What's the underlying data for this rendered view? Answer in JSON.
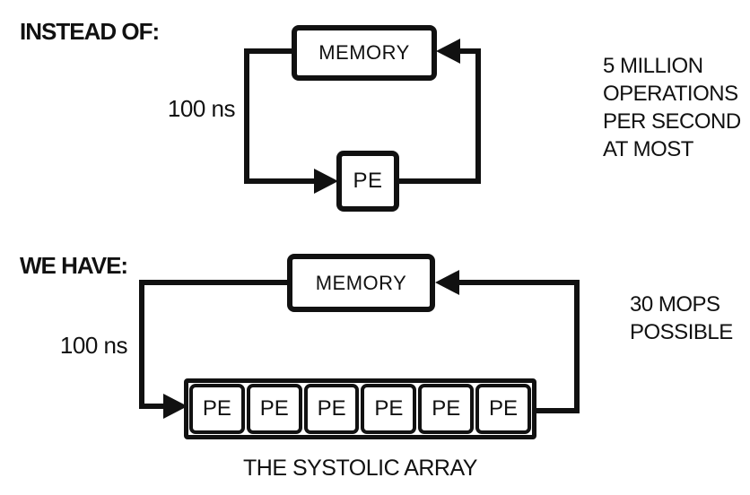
{
  "colors": {
    "ink": "#111111",
    "background": "#ffffff"
  },
  "diagram_top": {
    "section_label": "INSTEAD OF:",
    "memory_label": "MEMORY",
    "pe_label": "PE",
    "cycle_label": "100 ns",
    "annotation_lines": [
      "5 MILLION",
      "OPERATIONS",
      "PER SECOND",
      "AT MOST"
    ]
  },
  "diagram_bottom": {
    "section_label": "WE HAVE:",
    "memory_label": "MEMORY",
    "pe_labels": [
      "PE",
      "PE",
      "PE",
      "PE",
      "PE",
      "PE"
    ],
    "cycle_label": "100 ns",
    "annotation_lines": [
      "30 MOPS",
      "POSSIBLE"
    ],
    "caption": "THE SYSTOLIC ARRAY"
  }
}
